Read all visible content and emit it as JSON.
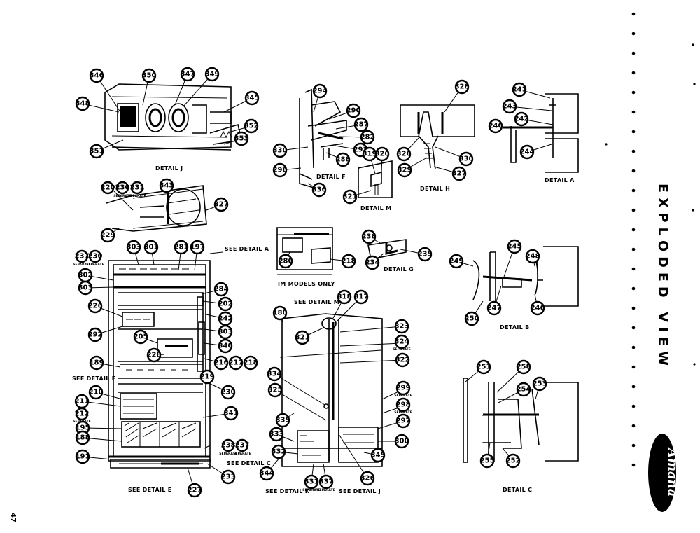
{
  "title": "EXPLODED VIEW",
  "brand": "Amana",
  "page_number": "47",
  "captions": {
    "detail_j": "DETAIL J",
    "detail_f": "DETAIL F",
    "detail_h": "DETAIL H",
    "detail_a": "DETAIL A",
    "detail_m": "DETAIL M",
    "detail_g": "DETAIL G",
    "detail_b": "DETAIL B",
    "detail_c": "DETAIL C",
    "im_models_only": "IM MODELS ONLY",
    "see_detail_a": "SEE DETAIL A",
    "see_detail_f": "SEE DETAIL F",
    "see_detail_c": "SEE DETAIL C",
    "see_detail_e": "SEE DETAIL E",
    "see_detail_m": "SEE DETAIL M",
    "see_detail_k": "SEE DETAIL K",
    "see_detail_j": "SEE DETAIL J"
  },
  "callouts": {
    "c346": "346",
    "c350": "350",
    "c347": "347",
    "c349": "349",
    "c348": "348",
    "c345": "345",
    "c352": "352",
    "c351": "351",
    "c353": "353",
    "c294": "294",
    "c290": "290",
    "c287": "287",
    "c282": "282",
    "c293": "293",
    "c330a": "330",
    "c296": "296",
    "c288": "288",
    "c336": "336",
    "c328": "328",
    "c326": "326",
    "c330b": "330",
    "c329": "329",
    "c327a": "327",
    "c241": "241",
    "c243": "243",
    "c240": "240",
    "c242": "242",
    "c244": "244",
    "c220": "220",
    "c230a": "230",
    "c231": "231",
    "c343": "343",
    "c327b": "327",
    "c229": "229",
    "c319": "319",
    "c320": "320",
    "c321a": "321",
    "c237a": "237",
    "c230b": "230",
    "c303a": "303",
    "c301": "301",
    "c281": "281",
    "c197": "197",
    "c302": "302",
    "c303b": "303",
    "c226": "226",
    "c284": "284",
    "c202": "202",
    "c242b": "242",
    "c292": "292",
    "c303c": "303",
    "c205": "205",
    "c340": "340",
    "c228": "228",
    "c216": "216",
    "c217": "217",
    "c218": "218",
    "c189": "189",
    "c219": "219",
    "c230c": "230",
    "c210": "210",
    "c211": "211",
    "c212": "212",
    "c195": "195",
    "c341": "341",
    "c188": "188",
    "c238b": "238",
    "c237b": "237",
    "c191": "191",
    "c233b": "233",
    "c227": "227",
    "c280": "280",
    "c218b": "218",
    "c238": "238",
    "c235": "235",
    "c234": "234",
    "c245": "245",
    "c249": "249",
    "c248": "248",
    "c247": "247",
    "c246": "246",
    "c250": "250",
    "c318": "318",
    "c317": "317",
    "c180": "180",
    "c321b": "321",
    "c323": "323",
    "c324": "324",
    "c322": "322",
    "c334": "334",
    "c325": "325",
    "c299": "299",
    "c298": "298",
    "c335": "335",
    "c297": "297",
    "c333": "333",
    "c300": "300",
    "c332": "332",
    "c345b": "345",
    "c344": "344",
    "c331": "331",
    "c337": "337",
    "c326b": "326",
    "c251": "251",
    "c258": "258",
    "c254": "254",
    "c253": "253",
    "c255": "255",
    "c252": "252"
  },
  "sublabels": {
    "s237": "SEPARATE",
    "s230": "SEPARATE",
    "s230a": "SEPARATE",
    "s231": "SEPARATE",
    "s212": "SEPARATE",
    "s238": "SEPARATE",
    "s237b": "SEPARATE",
    "s324": "SEPARATE",
    "s299": "SEPARATE",
    "s298": "SEPARATE",
    "s331": "SEPARATE",
    "s337": "SEPARATE"
  }
}
